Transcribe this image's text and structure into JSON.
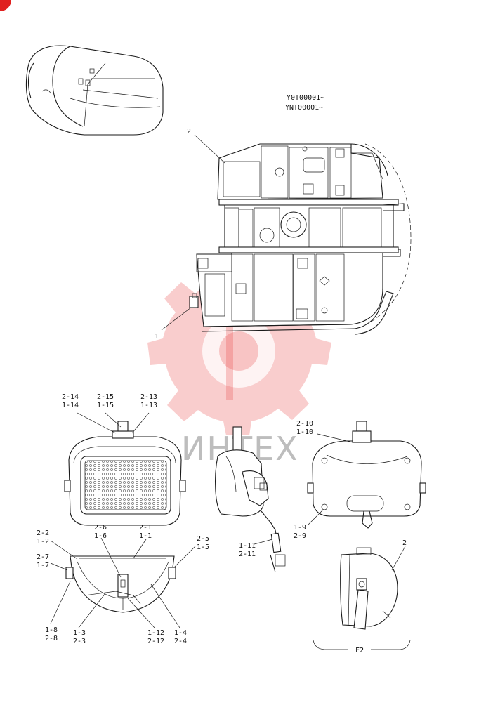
{
  "serials": [
    "Y0T00001~",
    "YNT00001~"
  ],
  "watermark_text": "ИНТЕХ",
  "frame_callouts": {
    "c2": "2",
    "c1": "1"
  },
  "front_view": {
    "top_left": [
      "2-14",
      "1-14"
    ],
    "top_mid": [
      "2-15",
      "1-15"
    ],
    "top_right": [
      "2-13",
      "1-13"
    ]
  },
  "section_view": {
    "a": [
      "2-2",
      "1-2"
    ],
    "b": [
      "2-7",
      "1-7"
    ],
    "c": [
      "2-6",
      "1-6"
    ],
    "d": [
      "2-1",
      "1-1"
    ],
    "e": [
      "2-5",
      "1-5"
    ],
    "f": [
      "1-8",
      "2-8"
    ],
    "g": [
      "1-3",
      "2-3"
    ],
    "h": [
      "1-12",
      "2-12"
    ],
    "i": [
      "1-4",
      "2-4"
    ]
  },
  "side_view": {
    "a": [
      "1-11",
      "2-11"
    ]
  },
  "rear_view": {
    "a": [
      "2-10",
      "1-10"
    ],
    "b": [
      "1-9",
      "2-9"
    ]
  },
  "f2_view": {
    "callout": "2",
    "label": "F2"
  }
}
